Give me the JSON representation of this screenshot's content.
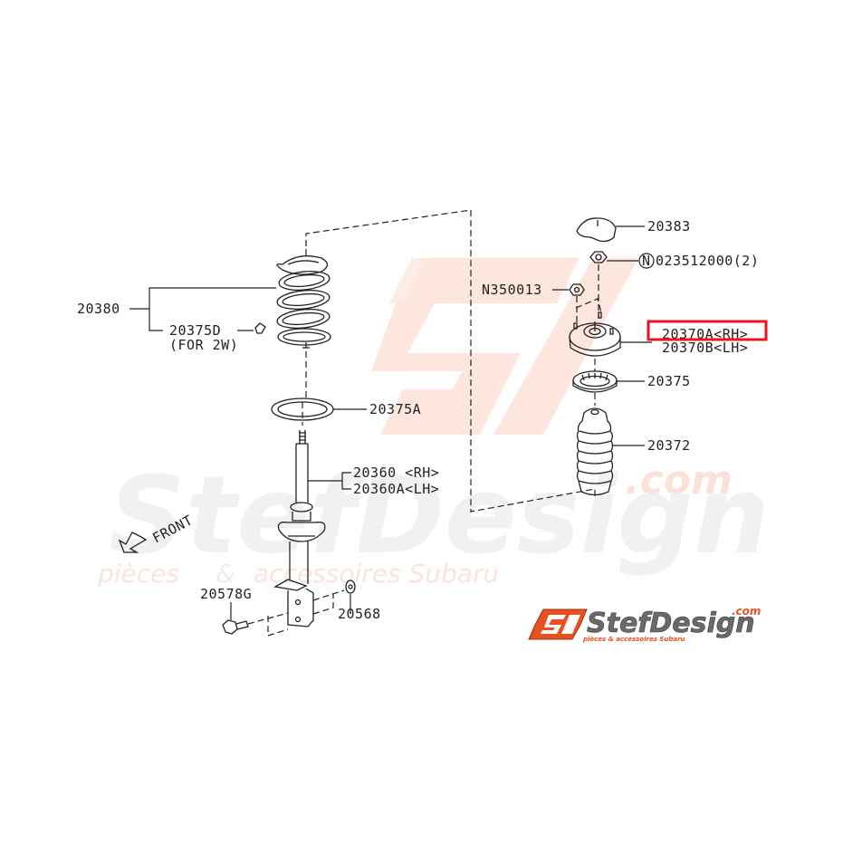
{
  "diagram": {
    "title": "Front strut assembly exploded parts diagram",
    "highlight_color": "#e8141e",
    "labels": {
      "p20383": "20383",
      "p023512000": "023512000(2)",
      "n_circle": "N",
      "pN350013": "N350013",
      "p20370A": "20370A<RH>",
      "p20370B": "20370B<LH>",
      "p20375": "20375",
      "p20372": "20372",
      "p20380": "20380",
      "p20375D": "20375D",
      "for2w": "(FOR 2W)",
      "p20375A": "20375A",
      "p20360": "20360 <RH>",
      "p20360A": "20360A<LH>",
      "front": "FRONT",
      "p20578G": "20578G",
      "p20568": "20568"
    },
    "highlighted_part": "20370A<RH>"
  },
  "watermark": {
    "monogram": "SJ",
    "brand": "StefDesign",
    "domain": ".com",
    "tagline_left": "pièces",
    "tagline_amp": "&",
    "tagline_right": "accessoires Subaru"
  },
  "logo": {
    "monogram": "SJ",
    "brand": "StefDesign",
    "domain": ".com",
    "tagline": "pièces & accessoires Subaru",
    "color_orange": "#e8501f",
    "color_gray": "#6a6a6a"
  }
}
